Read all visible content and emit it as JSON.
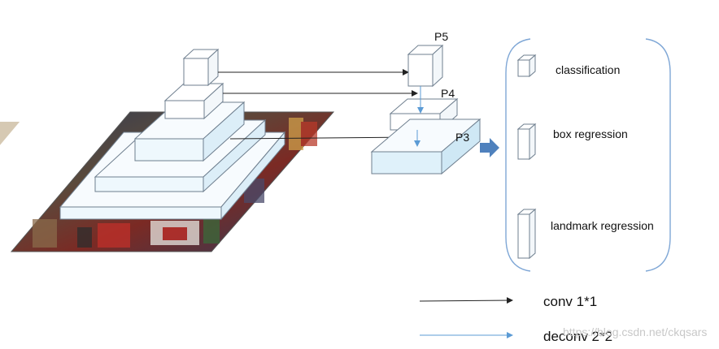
{
  "labels": {
    "p5": "P5",
    "p4": "P4",
    "p3": "P3"
  },
  "heads": {
    "classification": "classification",
    "box_regression": "box regression",
    "landmark_regression": "landmark regression"
  },
  "legend": {
    "conv": "conv 1*1",
    "deconv": "deconv 2*2"
  },
  "watermark": "https://blog.csdn.net/ckqsars",
  "colors": {
    "box_fill_light": "#eef8fd",
    "box_fill_white": "#ffffff",
    "box_stroke": "#6f7f8f",
    "conv_arrow": "#222222",
    "deconv_arrow": "#5b9bd5",
    "block_arrow": "#4f81bd",
    "bracket": "#7fa7d6"
  }
}
